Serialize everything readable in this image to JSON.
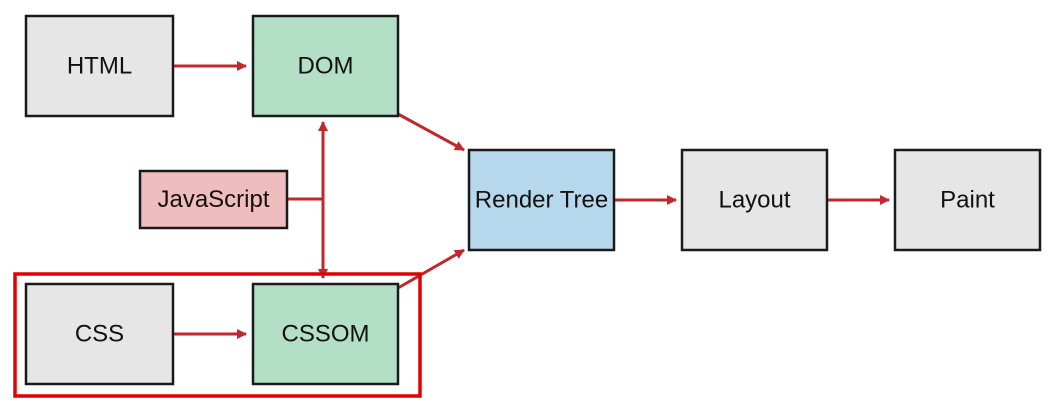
{
  "colors": {
    "edge": "#c1272d",
    "highlight": "#e30000",
    "source_fill": "#e6e6e6",
    "object_model_fill": "#b3dfc7",
    "script_fill": "#efbdbd",
    "render_tree_fill": "#b6d7ec"
  },
  "nodes": {
    "html": {
      "label": "HTML",
      "fill": "#e6e6e6"
    },
    "dom": {
      "label": "DOM",
      "fill": "#b3dfc7"
    },
    "javascript": {
      "label": "JavaScript",
      "fill": "#efbdbd"
    },
    "css": {
      "label": "CSS",
      "fill": "#e6e6e6"
    },
    "cssom": {
      "label": "CSSOM",
      "fill": "#b3dfc7"
    },
    "render_tree": {
      "label": "Render Tree",
      "fill": "#b6d7ec"
    },
    "layout": {
      "label": "Layout",
      "fill": "#e6e6e6"
    },
    "paint": {
      "label": "Paint",
      "fill": "#e6e6e6"
    }
  },
  "edges": [
    {
      "from": "html",
      "to": "dom",
      "kind": "arrow"
    },
    {
      "from": "css",
      "to": "cssom",
      "kind": "arrow"
    },
    {
      "from": "dom",
      "to": "render_tree",
      "kind": "arrow"
    },
    {
      "from": "cssom",
      "to": "render_tree",
      "kind": "arrow"
    },
    {
      "from": "render_tree",
      "to": "layout",
      "kind": "arrow"
    },
    {
      "from": "layout",
      "to": "paint",
      "kind": "arrow"
    },
    {
      "from": "javascript",
      "to": "dom",
      "kind": "branch-arrow"
    },
    {
      "from": "javascript",
      "to": "cssom",
      "kind": "branch-arrow"
    }
  ],
  "highlight_group": [
    "css",
    "cssom"
  ]
}
